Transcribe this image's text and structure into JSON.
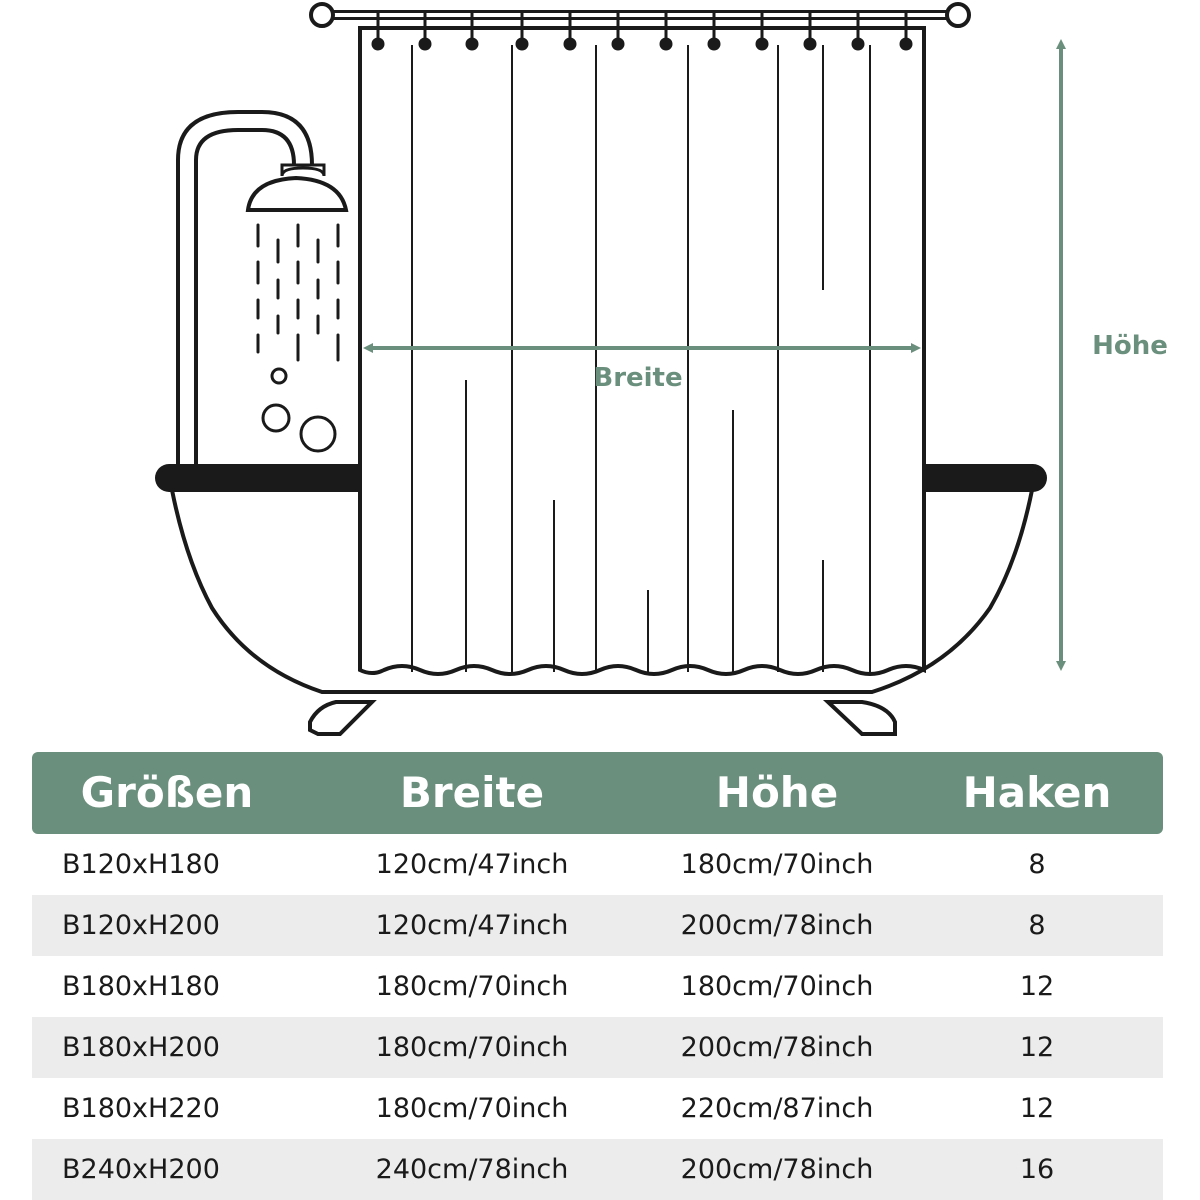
{
  "colors": {
    "accent": "#6a8f7c",
    "outline": "#1a1a1a",
    "row_shade": "#ececec"
  },
  "illustration": {
    "width_label": "Breite",
    "height_label": "Höhe"
  },
  "table": {
    "headers": [
      "Größen",
      "Breite",
      "Höhe",
      "Haken"
    ],
    "rows": [
      [
        "B120xH180",
        "120cm/47inch",
        "180cm/70inch",
        "8"
      ],
      [
        "B120xH200",
        "120cm/47inch",
        "200cm/78inch",
        "8"
      ],
      [
        "B180xH180",
        "180cm/70inch",
        "180cm/70inch",
        "12"
      ],
      [
        "B180xH200",
        "180cm/70inch",
        "200cm/78inch",
        "12"
      ],
      [
        "B180xH220",
        "180cm/70inch",
        "220cm/87inch",
        "12"
      ],
      [
        "B240xH200",
        "240cm/78inch",
        "200cm/78inch",
        "16"
      ]
    ]
  }
}
